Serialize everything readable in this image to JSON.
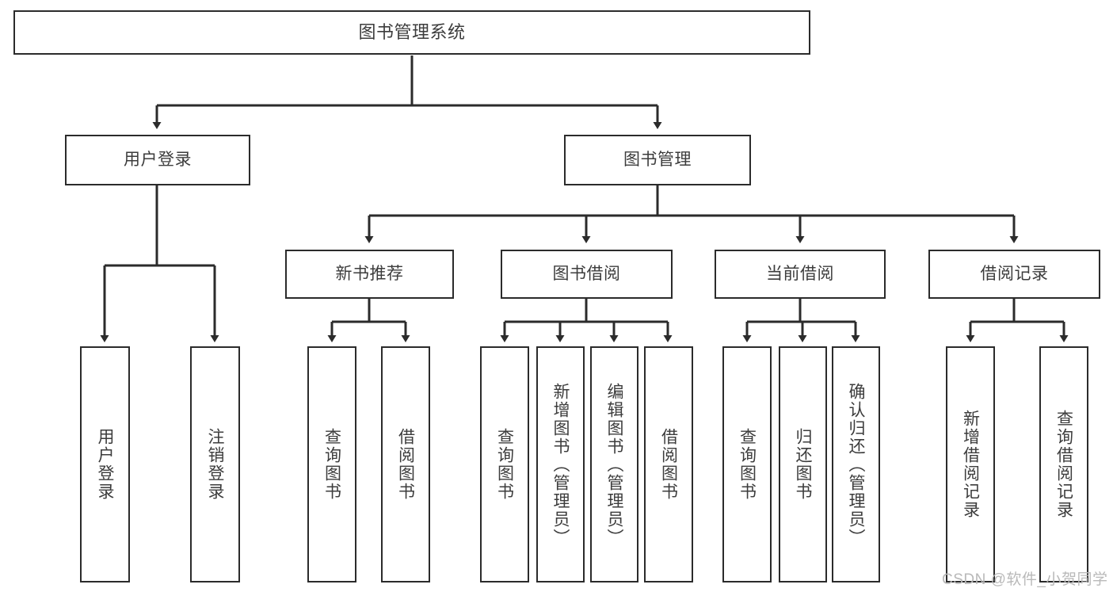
{
  "diagram": {
    "title": "图书管理系统",
    "type": "tree-hierarchy-diagram",
    "colors": {
      "stroke": "#2b2b2b",
      "text": "#3c3c3c",
      "background": "#ffffff",
      "watermark": "#b9b9b9"
    },
    "nodes": {
      "root": {
        "label": "图书管理系统"
      },
      "level2": [
        {
          "id": "user-login",
          "label": "用户登录"
        },
        {
          "id": "book-management",
          "label": "图书管理"
        }
      ],
      "level3": [
        {
          "id": "new-book-recommend",
          "label": "新书推荐"
        },
        {
          "id": "book-borrow",
          "label": "图书借阅"
        },
        {
          "id": "current-borrow",
          "label": "当前借阅"
        },
        {
          "id": "borrow-record",
          "label": "借阅记录"
        }
      ],
      "leaves": {
        "user_login": [
          {
            "id": "leaf-user-login",
            "label": "用户登录"
          },
          {
            "id": "leaf-user-logout",
            "label": "注销登录"
          }
        ],
        "new_book_recommend": [
          {
            "id": "leaf-query-book-1",
            "label": "查询图书"
          },
          {
            "id": "leaf-borrow-book-1",
            "label": "借阅图书"
          }
        ],
        "book_borrow": [
          {
            "id": "leaf-query-book-2",
            "label": "查询图书"
          },
          {
            "id": "leaf-add-book",
            "label": "新增图书（管理员）"
          },
          {
            "id": "leaf-edit-book",
            "label": "编辑图书（管理员）"
          },
          {
            "id": "leaf-borrow-book-2",
            "label": "借阅图书"
          }
        ],
        "current_borrow": [
          {
            "id": "leaf-query-book-3",
            "label": "查询图书"
          },
          {
            "id": "leaf-return-book",
            "label": "归还图书"
          },
          {
            "id": "leaf-confirm-return",
            "label": "确认归还（管理员）"
          }
        ],
        "borrow_record": [
          {
            "id": "leaf-add-borrow-record",
            "label": "新增借阅记录"
          },
          {
            "id": "leaf-query-borrow-record",
            "label": "查询借阅记录"
          }
        ]
      }
    },
    "watermark": "CSDN @软件_小贺同学"
  }
}
